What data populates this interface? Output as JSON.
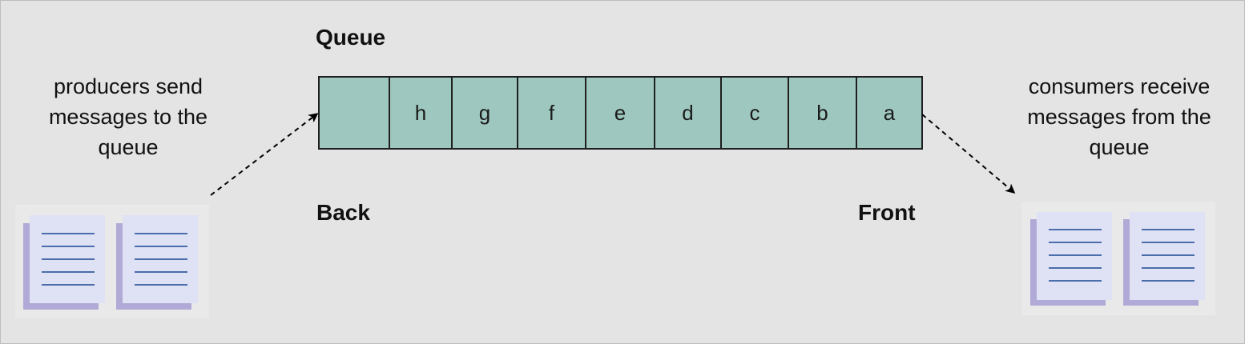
{
  "title": "Queue",
  "back_label": "Back",
  "front_label": "Front",
  "producers_text": [
    "producers send",
    "messages to the",
    "queue"
  ],
  "consumers_text": [
    "consumers receive",
    "messages from the",
    "queue"
  ],
  "queue_cells": [
    "",
    "h",
    "g",
    "f",
    "e",
    "d",
    "c",
    "b",
    "a"
  ],
  "colors": {
    "background": "#e4e4e4",
    "queue_fill": "#9ec8bf",
    "doc_page": "#dfe1f5",
    "doc_shadow": "#b1aad6",
    "doc_lines": "#4c6eaa"
  }
}
